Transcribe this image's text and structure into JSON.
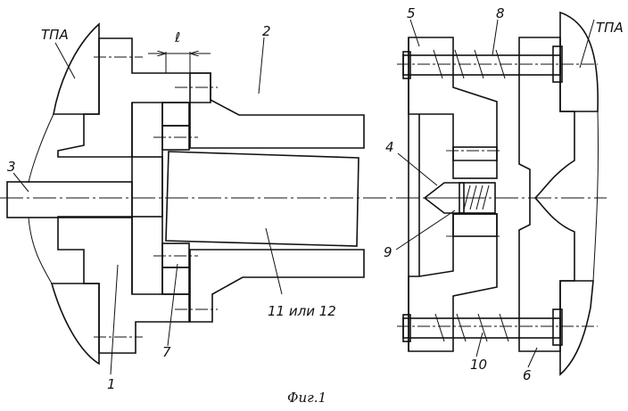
{
  "figure": {
    "caption": "Фиг.1",
    "colors": {
      "ink": "#111111",
      "paper": "#ffffff"
    }
  },
  "labels": {
    "tpa_left": "ТПА",
    "tpa_right": "ТПА",
    "gap_dimension": "ℓ",
    "part_1": "1",
    "part_2": "2",
    "part_3": "3",
    "part_4": "4",
    "part_5": "5",
    "part_6": "6",
    "part_7": "7",
    "part_8": "8",
    "part_9": "9",
    "part_10": "10",
    "part_11_12": "11 или 12"
  }
}
